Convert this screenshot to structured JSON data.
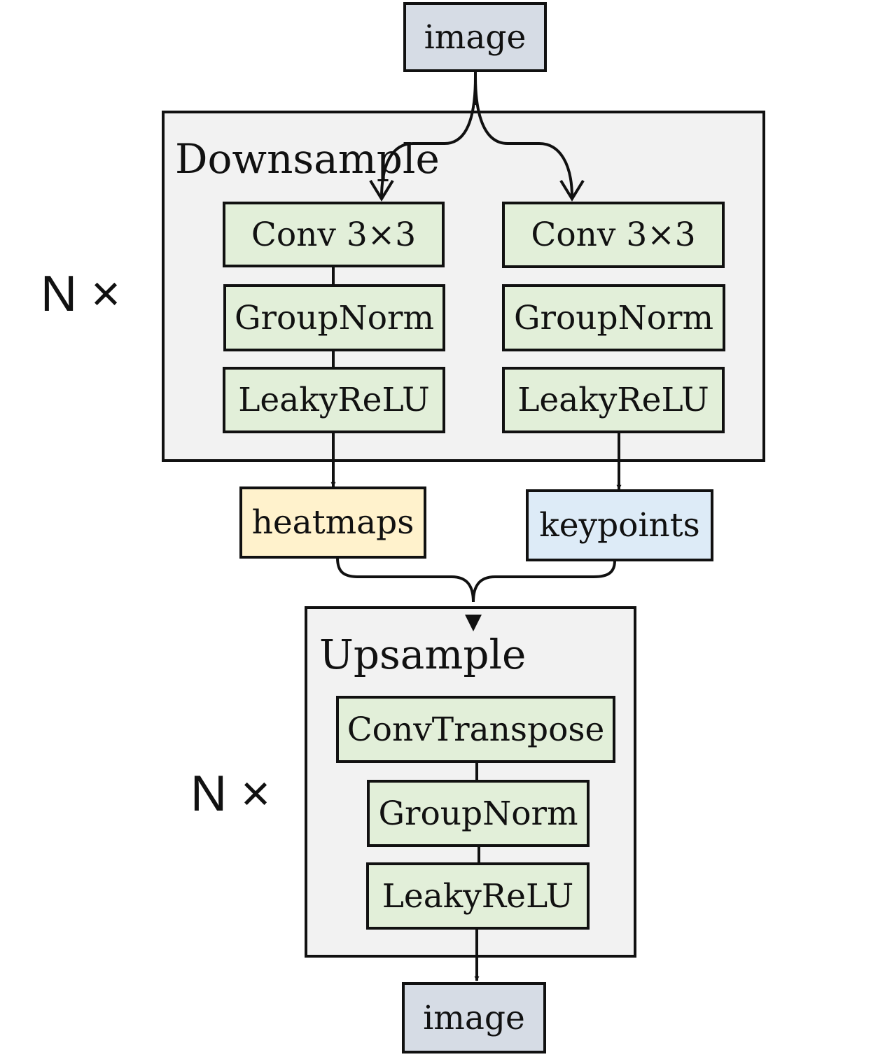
{
  "input": {
    "label": "image"
  },
  "output": {
    "label": "image"
  },
  "downsample": {
    "title": "Downsample",
    "repeat_label": "N ×",
    "left_branch": [
      "Conv 3×3",
      "GroupNorm",
      "LeakyReLU"
    ],
    "right_branch": [
      "Conv 3×3",
      "GroupNorm",
      "LeakyReLU"
    ]
  },
  "intermediates": {
    "heatmaps": "heatmaps",
    "keypoints": "keypoints"
  },
  "upsample": {
    "title": "Upsample",
    "repeat_label": "N ×",
    "layers": [
      "ConvTranspose",
      "GroupNorm",
      "LeakyReLU"
    ]
  },
  "colors": {
    "container": "#f2f2f2",
    "layer": "#e2efd9",
    "io": "#d6dce5",
    "heatmaps": "#fff2cc",
    "keypoints": "#ddebf7",
    "stroke": "#111111"
  }
}
